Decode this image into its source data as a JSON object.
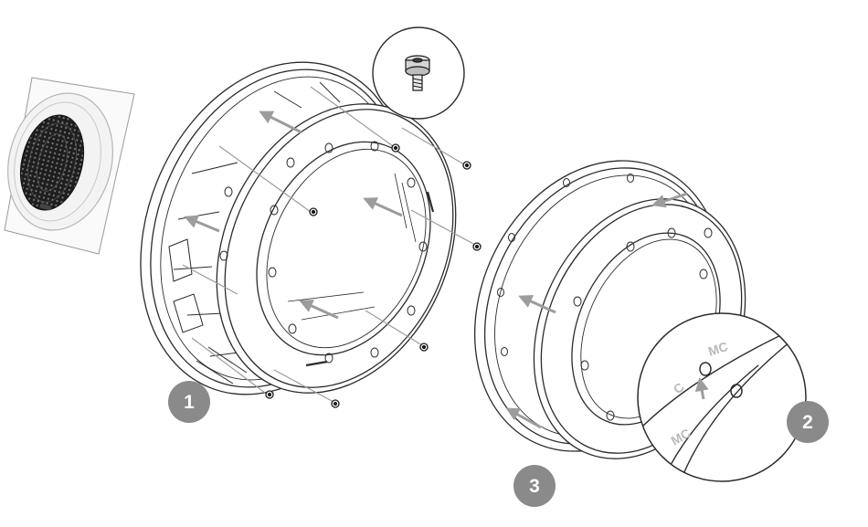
{
  "steps": [
    {
      "number": "1"
    },
    {
      "number": "2"
    },
    {
      "number": "3"
    }
  ],
  "detail": {
    "marking_text": "MC",
    "marking_fragment": "C",
    "marking_fragment_2": "MC"
  },
  "colors": {
    "line": "#2b2b2b",
    "arrow": "#9c9c9c",
    "badge": "#8a8a8a",
    "badge_text": "#ffffff",
    "mark_text": "#b9b9b9"
  }
}
